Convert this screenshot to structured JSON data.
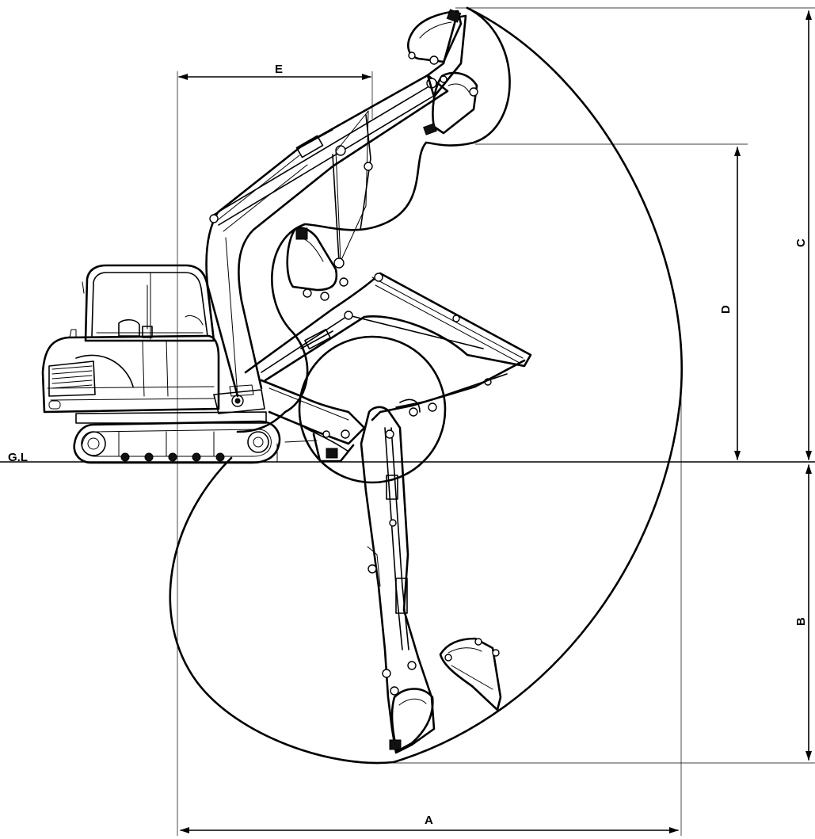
{
  "labels": {
    "ground_line": "G.L",
    "dim_a": "A",
    "dim_b": "B",
    "dim_c": "C",
    "dim_d": "D",
    "dim_e": "E"
  }
}
